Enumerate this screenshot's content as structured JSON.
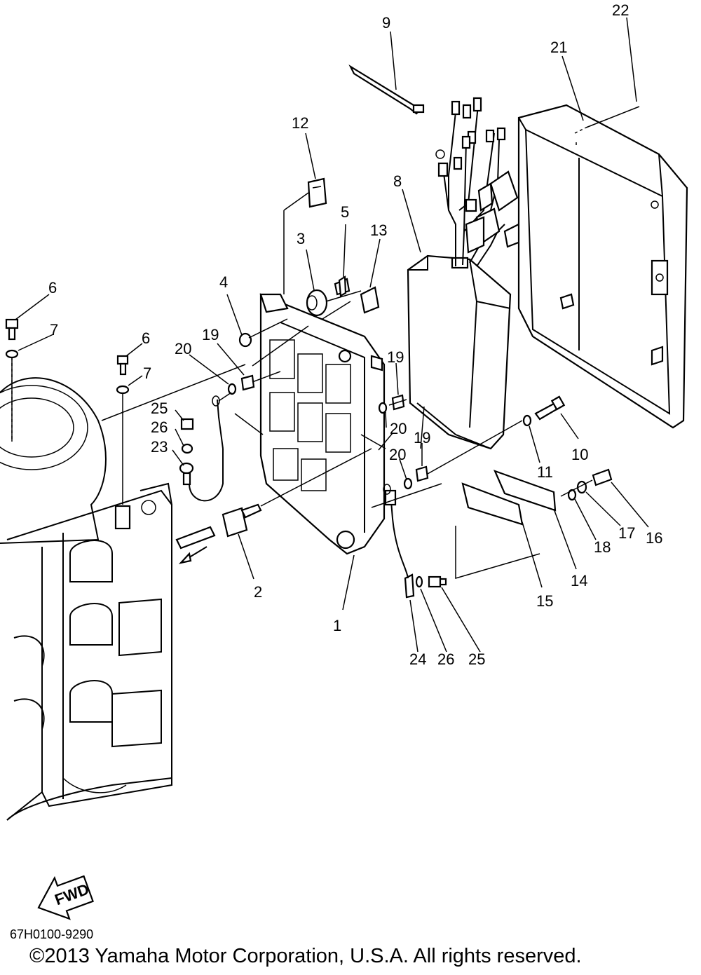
{
  "diagram": {
    "callouts": [
      "1",
      "2",
      "3",
      "4",
      "5",
      "6",
      "6",
      "7",
      "7",
      "8",
      "9",
      "10",
      "11",
      "12",
      "13",
      "14",
      "15",
      "16",
      "17",
      "18",
      "19",
      "19",
      "19",
      "20",
      "20",
      "20",
      "21",
      "22",
      "23",
      "24",
      "25",
      "25",
      "26",
      "26"
    ]
  },
  "fwd_label": "FWD",
  "footer": {
    "drawing_code": "67H0100-9290",
    "copyright": "©2013 Yamaha Motor Corporation, U.S.A. All rights reserved."
  }
}
